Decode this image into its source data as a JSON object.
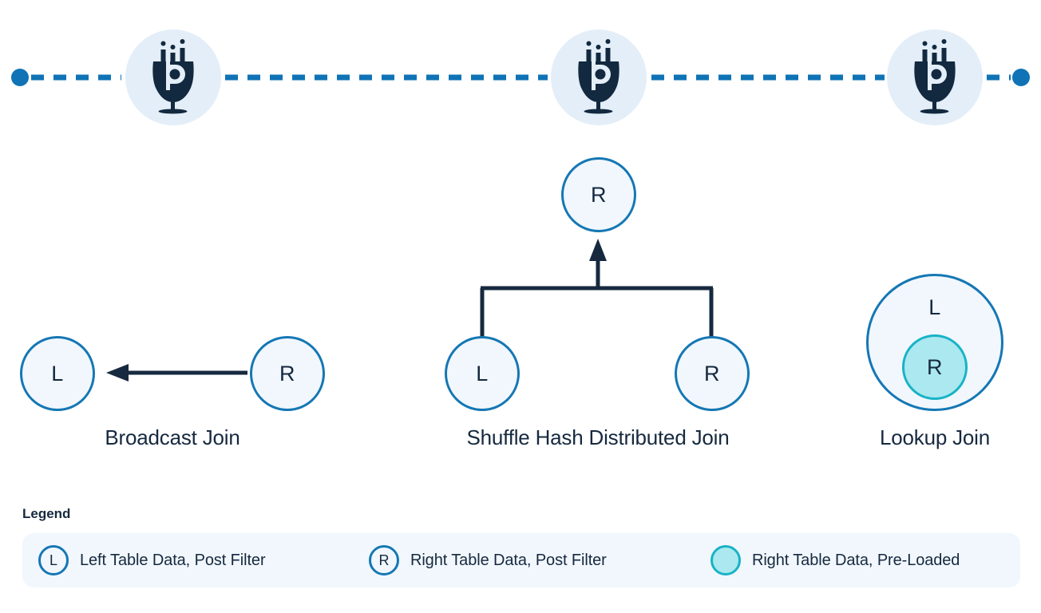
{
  "brand_rail": {
    "icon_name": "prophecy-goblet-logo",
    "dot_color": "#0f73b5",
    "dash_color": "#0f73b5",
    "badge_bg": "#e3eef8",
    "badges": [
      {
        "label": "prophecy-logo-left"
      },
      {
        "label": "prophecy-logo-center"
      },
      {
        "label": "prophecy-logo-right"
      }
    ]
  },
  "theme": {
    "node_border": "#1577b4",
    "node_fill": "#f1f7fd",
    "cyan_fill": "#abe8ef",
    "cyan_border": "#17b3c6",
    "ink": "#16293f",
    "panel_bg": "#f1f7fd"
  },
  "diagrams": [
    {
      "id": "broadcast-join",
      "caption": "Broadcast Join",
      "nodes": [
        {
          "id": "broadcast-left",
          "label": "L"
        },
        {
          "id": "broadcast-right",
          "label": "R"
        }
      ]
    },
    {
      "id": "shuffle-hash-distributed-join",
      "caption": "Shuffle Hash Distributed Join",
      "nodes": [
        {
          "id": "shuffle-top",
          "label": "R"
        },
        {
          "id": "shuffle-left",
          "label": "L"
        },
        {
          "id": "shuffle-right",
          "label": "R"
        }
      ]
    },
    {
      "id": "lookup-join",
      "caption": "Lookup Join",
      "nodes": [
        {
          "id": "lookup-outer",
          "label": "L"
        },
        {
          "id": "lookup-inner",
          "label": "R"
        }
      ]
    }
  ],
  "legend": {
    "title": "Legend",
    "items": [
      {
        "chip": "L",
        "label": "Left Table Data, Post Filter",
        "variant": "outline"
      },
      {
        "chip": "R",
        "label": "Right Table Data, Post Filter",
        "variant": "outline"
      },
      {
        "chip": "",
        "label": "Right Table Data, Pre-Loaded",
        "variant": "cyan"
      }
    ]
  }
}
